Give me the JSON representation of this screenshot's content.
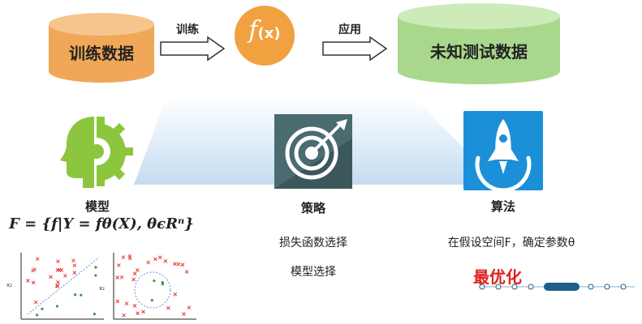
{
  "top": {
    "train_data": "训练数据",
    "arrow_train": "训练",
    "func_f": "f",
    "func_x": "(x)",
    "arrow_apply": "应用",
    "test_data": "未知测试数据"
  },
  "model": {
    "title": "模型",
    "formula": "Ϝ = {f|Y = fθ(X), θϵRⁿ}"
  },
  "strategy": {
    "title": "策略",
    "line1": "损失函数选择",
    "line2": "模型选择"
  },
  "algorithm": {
    "title": "算法",
    "desc": "在假设空间Ϝ，确定参数θ",
    "highlight": "最优化"
  },
  "plots": {
    "axis_label": "x₂"
  },
  "colors": {
    "orange": "#f0a757",
    "green": "#a9d88d",
    "function_circle": "#f1a13f",
    "head_green": "#8cc63f",
    "blue_icon": "#1c8fd9",
    "target_bg": "#4a6b70",
    "highlight_red": "#e0231f",
    "timeline": "#1d5f8a"
  },
  "icons": {
    "model": "head-gear-icon",
    "strategy": "target-dart-icon",
    "algorithm": "rocket-icon"
  }
}
